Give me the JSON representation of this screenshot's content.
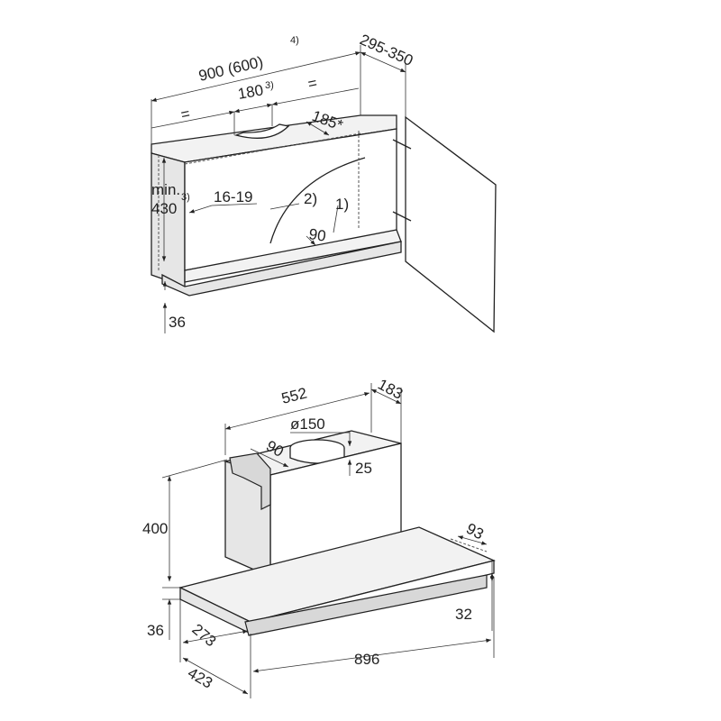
{
  "top_drawing": {
    "width": "900 (600)",
    "width_note": "4)",
    "depth": "295-350",
    "cutout": "180",
    "cutout_note": "3)",
    "equal_left": "=",
    "equal_right": "=",
    "cutout_depth": "185*",
    "height_min": "min.",
    "height": "430",
    "height_note": "3)",
    "panel_thickness": "16-19",
    "note_2": "2)",
    "note_1": "1)",
    "angle_90": "90",
    "base": "36"
  },
  "bottom_drawing": {
    "housing_width": "552",
    "housing_depth": "183",
    "duct_diameter": "ø150",
    "duct_offset": "90",
    "duct_height": "25",
    "total_height": "400",
    "panel_front": "93",
    "panel_thickness": "36",
    "front_height": "32",
    "left_offset": "273",
    "depth": "423",
    "width": "896"
  }
}
